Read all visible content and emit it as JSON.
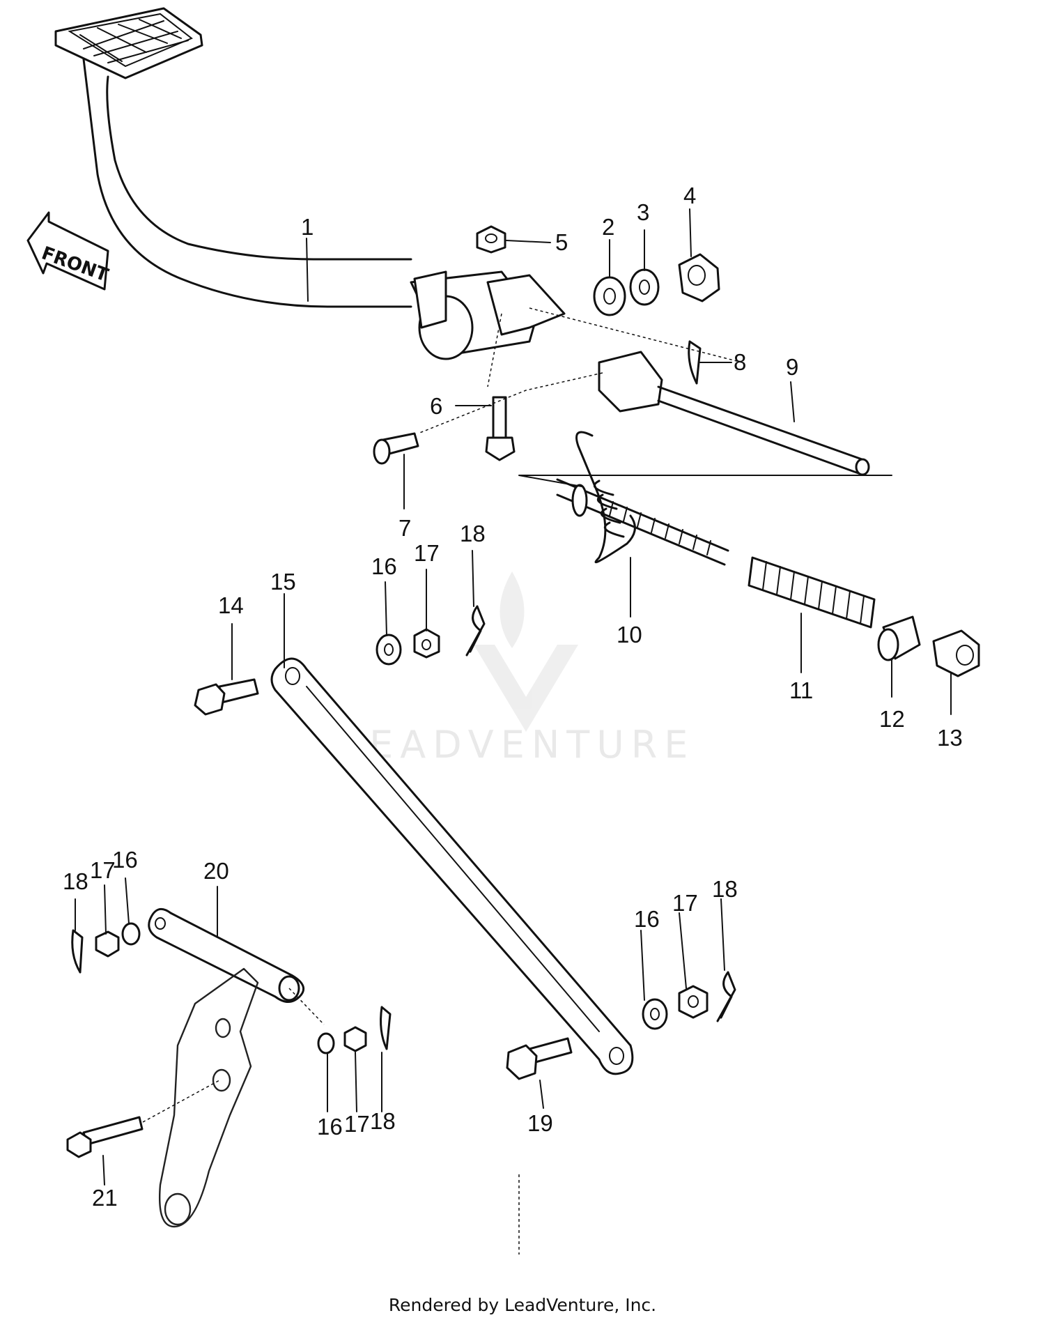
{
  "front_arrow_label": "FRONT",
  "watermark": "LEADVENTURE",
  "credit": "Rendered by LeadVenture, Inc.",
  "callouts": [
    "1",
    "2",
    "3",
    "4",
    "5",
    "6",
    "7",
    "8",
    "9",
    "10",
    "11",
    "12",
    "13",
    "14",
    "15",
    "16",
    "17",
    "18",
    "19",
    "20",
    "21"
  ],
  "lower_callouts": [
    "18",
    "17",
    "16",
    "20",
    "16",
    "17",
    "18",
    "16",
    "17",
    "18",
    "19",
    "21"
  ]
}
